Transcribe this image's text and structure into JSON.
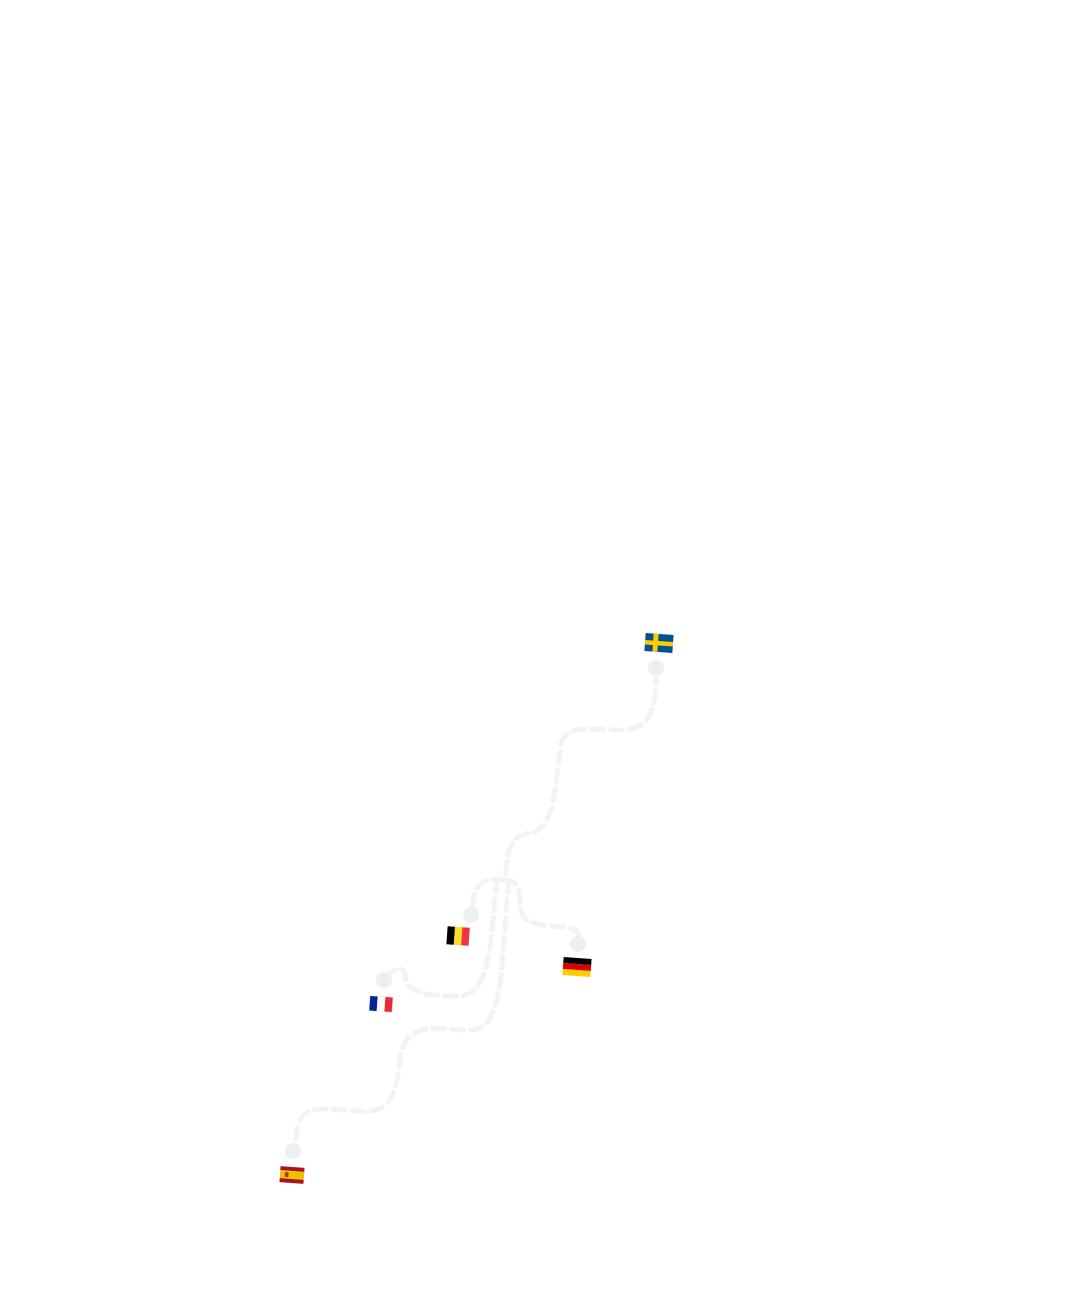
{
  "map": {
    "countries": [
      {
        "id": "sweden",
        "flag_icon": "sweden-flag-icon",
        "colors": [
          "#005293",
          "#FECB00"
        ]
      },
      {
        "id": "belgium",
        "flag_icon": "belgium-flag-icon",
        "colors": [
          "#000000",
          "#FDDA24",
          "#EF3340"
        ]
      },
      {
        "id": "germany",
        "flag_icon": "germany-flag-icon",
        "colors": [
          "#000000",
          "#DD0000",
          "#FFCE00"
        ]
      },
      {
        "id": "france",
        "flag_icon": "france-flag-icon",
        "colors": [
          "#002395",
          "#FFFFFF",
          "#ED2939"
        ]
      },
      {
        "id": "spain",
        "flag_icon": "spain-flag-icon",
        "colors": [
          "#AA151B",
          "#F1BF00"
        ]
      }
    ],
    "route_color": "#f2f3f4",
    "marker_color": "#eeeff0"
  }
}
